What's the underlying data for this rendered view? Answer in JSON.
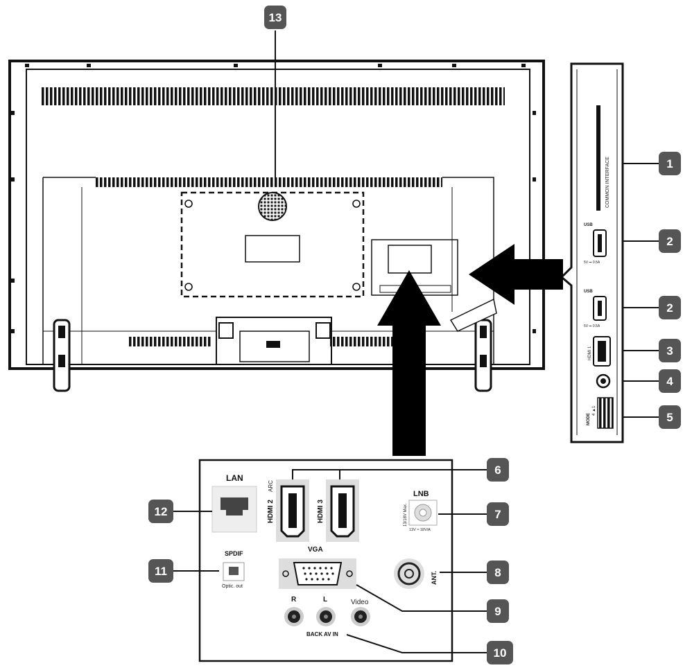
{
  "callouts": {
    "c1": "1",
    "c2a": "2",
    "c2b": "2",
    "c3": "3",
    "c4": "4",
    "c5": "5",
    "c6": "6",
    "c7": "7",
    "c8": "8",
    "c9": "9",
    "c10": "10",
    "c11": "11",
    "c12": "12",
    "c13": "13"
  },
  "rear_panel": {
    "lan": "LAN",
    "hdmi2": "HDMI 2",
    "hdmi2_sub": "ARC",
    "hdmi3": "HDMI 3",
    "lnb": "LNB",
    "lnb_side": "13/18V Max.",
    "lnb_bottom": "13V ≈ 18V/A",
    "spdif": "SPDIF",
    "spdif_sub": "Optic. out",
    "vga": "VGA",
    "ant": "ANT.",
    "audio_r": "R",
    "audio_l": "L",
    "video": "Video",
    "back_av_in": "BACK AV IN"
  },
  "side_panel": {
    "ci_slot": "COMMON INTERFACE",
    "usb_top": "USB",
    "usb_top_sub": "5V ⎓ 0.5A",
    "usb_bottom": "USB",
    "usb_bottom_sub": "5V ⎓ 0.5A",
    "hdmi1": "HDMI 1",
    "mode": "MODE",
    "mode_sub": "4 ▲1"
  },
  "colors": {
    "badge": "#555555",
    "line": "#111111",
    "arrow": "#000000"
  }
}
